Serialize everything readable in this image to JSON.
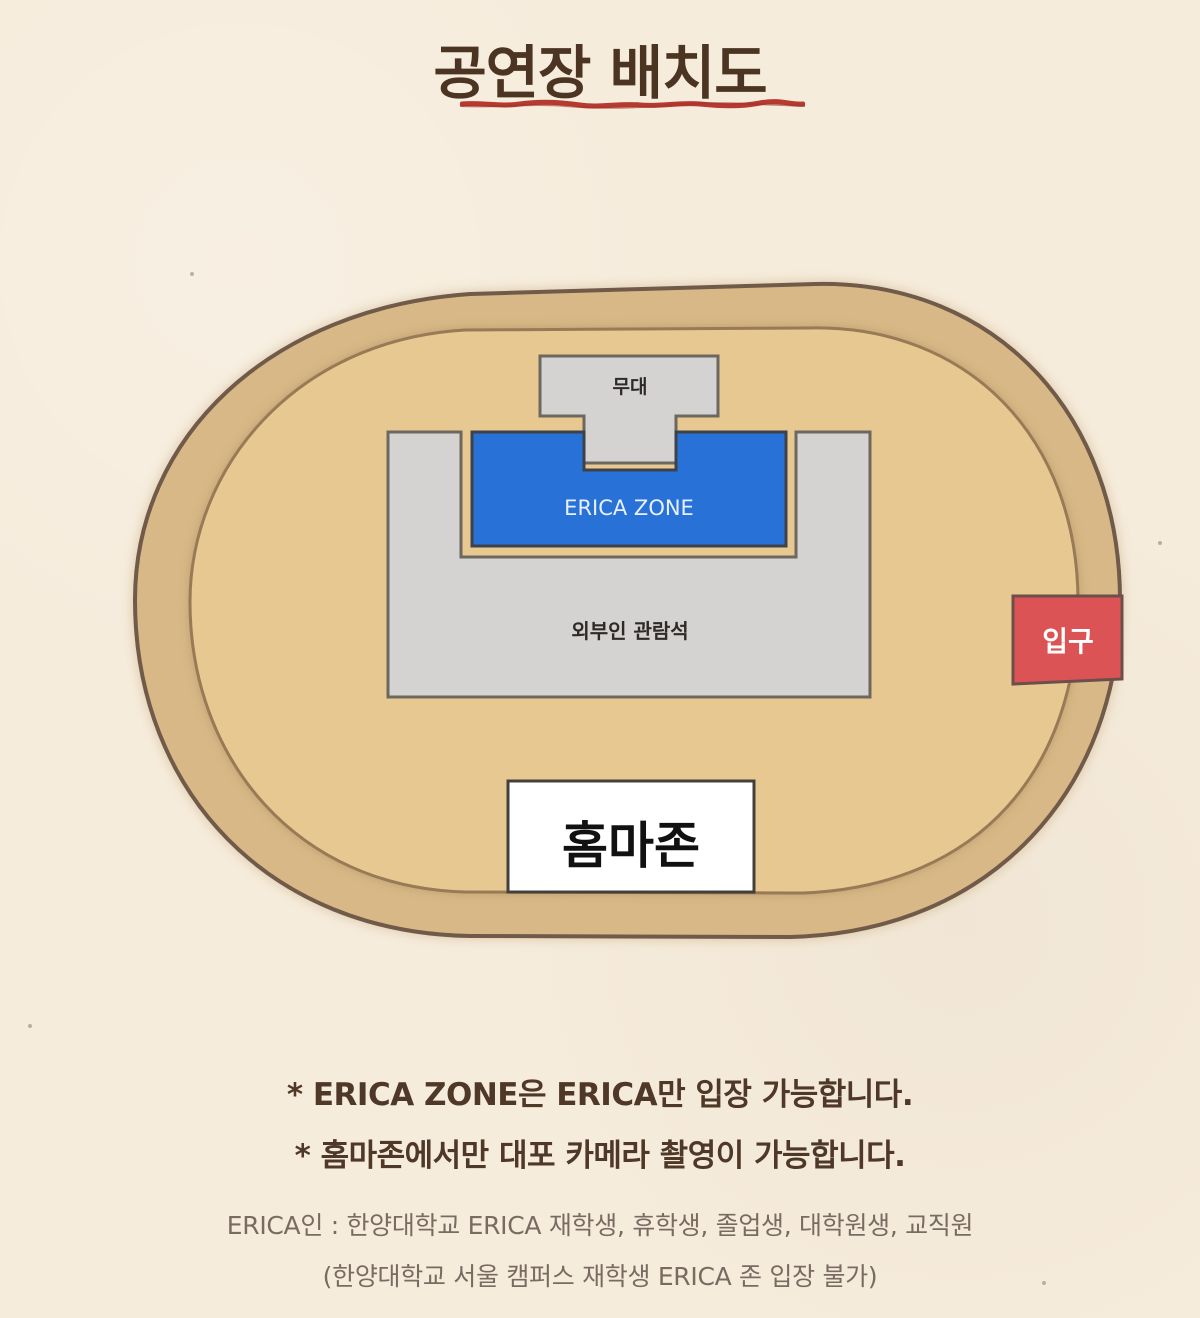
{
  "title": "공연장 배치도",
  "venue": {
    "stage_label": "무대",
    "erica_zone_label": "ERICA ZONE",
    "outer_seating_label": "외부인 관람석",
    "entrance_label": "입구",
    "home_zone_label": "홈마존"
  },
  "notes": [
    "* ERICA ZONE은 ERICA만 입장 가능합니다.",
    "* 홈마존에서만 대포 카메라 촬영이 가능합니다."
  ],
  "subnotes": [
    "ERICA인 : 한양대학교 ERICA 재학생, 휴학생, 졸업생, 대학원생, 교직원",
    "(한양대학교 서울 캠퍼스 재학생 ERICA 존 입장 불가)"
  ],
  "colors": {
    "background": "#f6ecdc",
    "track": "#d8b887",
    "inner_field": "#e7c891",
    "seat_gray": "#d4d3d1",
    "erica_blue": "#2871d7",
    "entrance_red": "#dc5356",
    "home_white": "#ffffff",
    "text_brown": "#4f3828"
  }
}
